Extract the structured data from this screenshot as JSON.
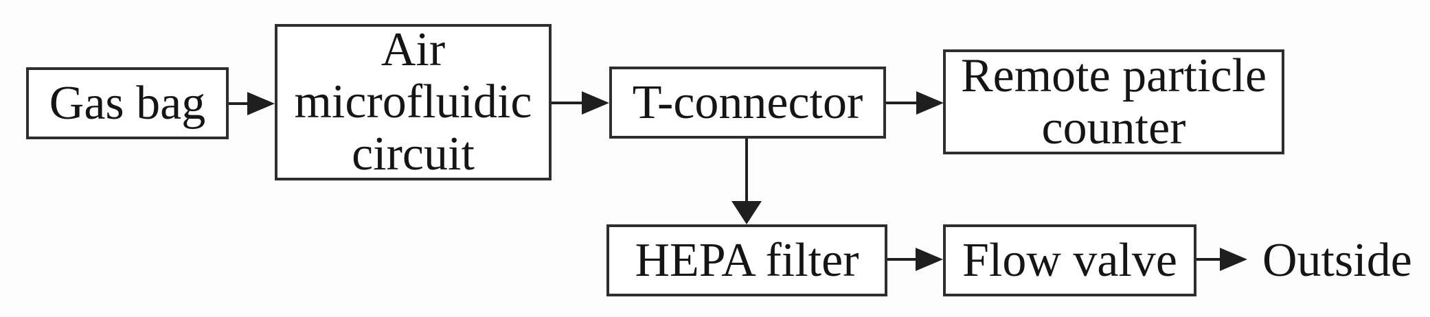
{
  "diagram": {
    "type": "flowchart",
    "nodes": [
      {
        "id": "gas-bag",
        "shape": "box",
        "label": "Gas bag"
      },
      {
        "id": "air-microfluidic-circuit",
        "shape": "box",
        "label": "Air\nmicrofluidic\ncircuit"
      },
      {
        "id": "t-connector",
        "shape": "box",
        "label": "T-connector"
      },
      {
        "id": "remote-particle-counter",
        "shape": "box",
        "label": "Remote particle\ncounter"
      },
      {
        "id": "hepa-filter",
        "shape": "box",
        "label": "HEPA filter"
      },
      {
        "id": "flow-valve",
        "shape": "box",
        "label": "Flow valve"
      },
      {
        "id": "outside",
        "shape": "text",
        "label": "Outside"
      }
    ],
    "edges": [
      {
        "from": "gas-bag",
        "to": "air-microfluidic-circuit",
        "direction": "right"
      },
      {
        "from": "air-microfluidic-circuit",
        "to": "t-connector",
        "direction": "right"
      },
      {
        "from": "t-connector",
        "to": "remote-particle-counter",
        "direction": "right"
      },
      {
        "from": "t-connector",
        "to": "hepa-filter",
        "direction": "down"
      },
      {
        "from": "hepa-filter",
        "to": "flow-valve",
        "direction": "right"
      },
      {
        "from": "flow-valve",
        "to": "outside",
        "direction": "right"
      }
    ],
    "colors": {
      "box_border": "#2e2e2e",
      "arrow": "#1f1f1f",
      "text": "#151515",
      "background": "#fdfdfd",
      "box_fill": "#fefefe"
    }
  }
}
